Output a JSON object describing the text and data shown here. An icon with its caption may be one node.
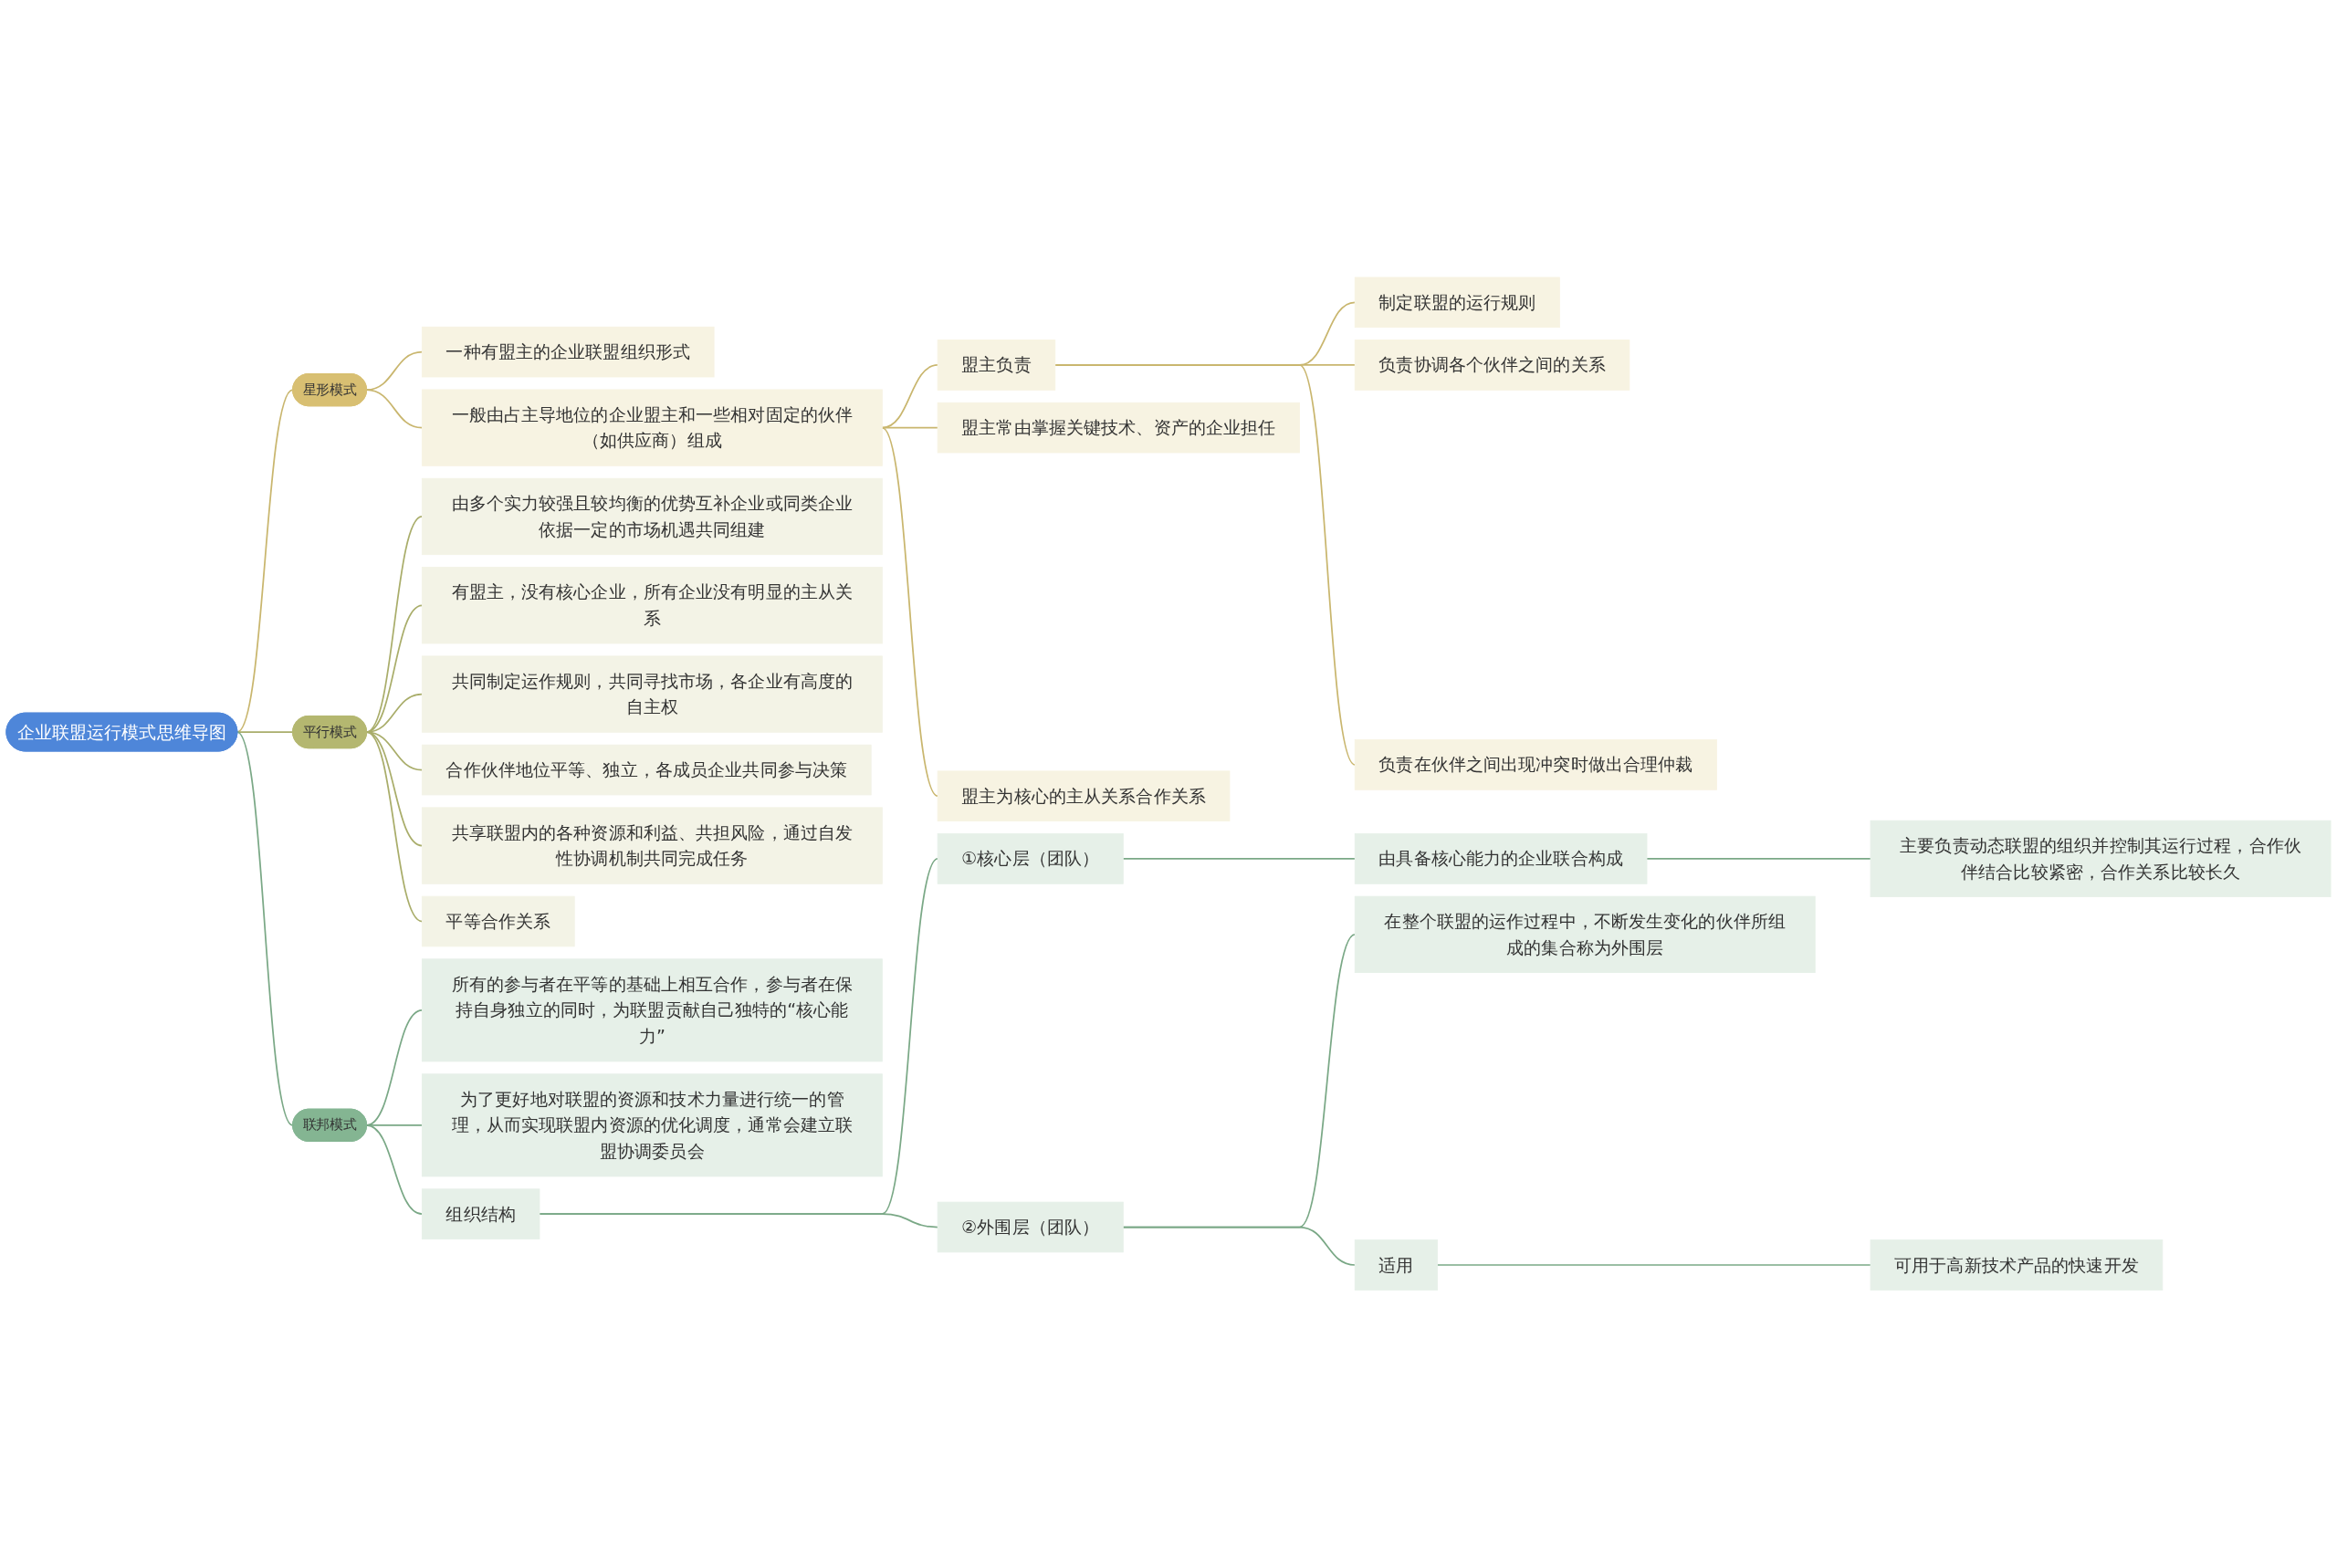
{
  "diagram": {
    "nodes": [
      {
        "text": [
          "企业联盟运行模式思维导图"
        ]
      },
      {
        "text": [
          "星形模式"
        ]
      },
      {
        "text": [
          "一种有盟主的企业联盟组织形式"
        ]
      },
      {
        "text": [
          "一般由占主导地位的企业盟主和一些相对固定的伙伴（如供应商）组成"
        ]
      },
      {
        "text": [
          "盟主负责"
        ]
      },
      {
        "text": [
          "制定联盟的运行规则"
        ]
      },
      {
        "text": [
          "负责协调各个伙伴之间的关系"
        ]
      },
      {
        "text": [
          "负责在伙伴之间出现冲突时做出合理仲裁"
        ]
      },
      {
        "text": [
          "盟主常由掌握关键技术、资产的企业担任"
        ]
      },
      {
        "text": [
          "盟主为核心的主从关系合作关系"
        ]
      },
      {
        "text": [
          "平行模式"
        ]
      },
      {
        "text": [
          "由多个实力较强且较均衡的优势互补企业或同类企业依据一定的市场机遇共同组建"
        ]
      },
      {
        "text": [
          "有盟主，没有核心企业，所有企业没有明显的主从关系"
        ]
      },
      {
        "text": [
          "共同制定运作规则，共同寻找市场，各企业有高度的自主权"
        ]
      },
      {
        "text": [
          "合作伙伴地位平等、独立，各成员企业共同参与决策"
        ]
      },
      {
        "text": [
          "共享联盟内的各种资源和利益、共担风险，通过自发性协调机制共同完成任务"
        ]
      },
      {
        "text": [
          "平等合作关系"
        ]
      },
      {
        "text": [
          "联邦模式"
        ]
      },
      {
        "text": [
          "所有的参与者在平等的基础上相互合作，参与者在保持自身独立的同时，为联盟贡献自己独特的“核心能力”"
        ]
      },
      {
        "text": [
          "为了更好地对联盟的资源和技术力量进行统一的管理，从而实现联盟内资源的优化调度，通常会建立联盟协调委员会"
        ]
      },
      {
        "text": [
          "组织结构"
        ]
      },
      {
        "text": [
          "①核心层（团队）"
        ]
      },
      {
        "text": [
          "由具备核心能力的企业联合构成"
        ]
      },
      {
        "text": [
          "主要负责动态联盟的组织并控制其运行过程，合作伙伴结合比较紧密，合作关系比较长久"
        ]
      },
      {
        "text": [
          "②外围层（团队）"
        ]
      },
      {
        "text": [
          "在整个联盟的运作过程中，不断发生变化的伙伴所组成的集合称为外围层"
        ]
      },
      {
        "text": [
          "适用"
        ]
      },
      {
        "text": [
          "可用于高新技术产品的快速开发"
        ]
      }
    ],
    "edges": [
      {
        "from": 0,
        "to": 1,
        "arrow": "none",
        "color": "#c9b66e"
      },
      {
        "from": 1,
        "to": 2,
        "arrow": "none",
        "color": "#c9b66e"
      },
      {
        "from": 1,
        "to": 3,
        "arrow": "none",
        "color": "#c9b66e"
      },
      {
        "from": 3,
        "to": 4,
        "arrow": "none",
        "color": "#c9b66e"
      },
      {
        "from": 4,
        "to": 5,
        "arrow": "none",
        "color": "#c9b66e"
      },
      {
        "from": 4,
        "to": 6,
        "arrow": "none",
        "color": "#c9b66e"
      },
      {
        "from": 4,
        "to": 7,
        "arrow": "none",
        "color": "#c9b66e"
      },
      {
        "from": 3,
        "to": 8,
        "arrow": "none",
        "color": "#c9b66e"
      },
      {
        "from": 3,
        "to": 9,
        "arrow": "none",
        "color": "#c9b66e"
      },
      {
        "from": 0,
        "to": 10,
        "arrow": "none"
      },
      {
        "from": 10,
        "to": 11,
        "arrow": "none"
      },
      {
        "from": 10,
        "to": 12,
        "arrow": "none"
      },
      {
        "from": 10,
        "to": 13,
        "arrow": "none"
      },
      {
        "from": 10,
        "to": 14,
        "arrow": "none"
      },
      {
        "from": 10,
        "to": 15,
        "arrow": "none"
      },
      {
        "from": 10,
        "to": 16,
        "arrow": "none"
      },
      {
        "from": 0,
        "to": 17,
        "arrow": "none",
        "color": "#7aa886"
      },
      {
        "from": 17,
        "to": 18,
        "arrow": "none",
        "color": "#7aa886"
      },
      {
        "from": 17,
        "to": 19,
        "arrow": "none",
        "color": "#7aa886"
      },
      {
        "from": 17,
        "to": 20,
        "arrow": "none",
        "color": "#7aa886"
      },
      {
        "from": 20,
        "to": 21,
        "arrow": "none",
        "color": "#7aa886"
      },
      {
        "from": 21,
        "to": 22,
        "arrow": "none",
        "color": "#7aa886"
      },
      {
        "from": 22,
        "to": 23,
        "arrow": "none",
        "color": "#7aa886"
      },
      {
        "from": 20,
        "to": 24,
        "arrow": "none",
        "color": "#7aa886"
      },
      {
        "from": 24,
        "to": 25,
        "arrow": "none",
        "color": "#7aa886"
      },
      {
        "from": 24,
        "to": 26,
        "arrow": "none",
        "color": "#7aa886"
      },
      {
        "from": 26,
        "to": 27,
        "arrow": "none",
        "color": "#7aa886"
      }
    ]
  }
}
